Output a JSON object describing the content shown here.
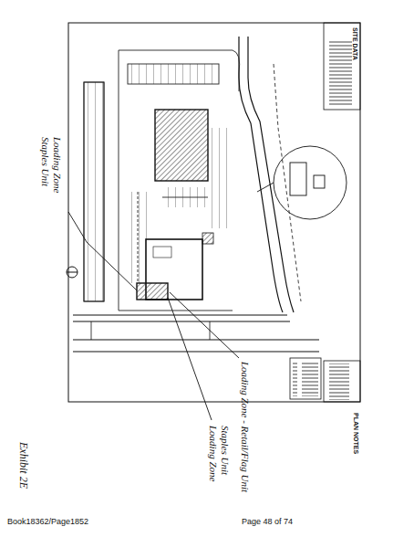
{
  "diagram": {
    "labels": [
      "SITE DATA",
      "PLAN NOTES",
      "Staples Unit Loading Zone",
      "Loading Zone - Retail/Flag Unit",
      "Loading Zone Staples Unit",
      "Exhibit 2E",
      "Book18362/Page1852",
      "Page 48 of 74"
    ]
  }
}
